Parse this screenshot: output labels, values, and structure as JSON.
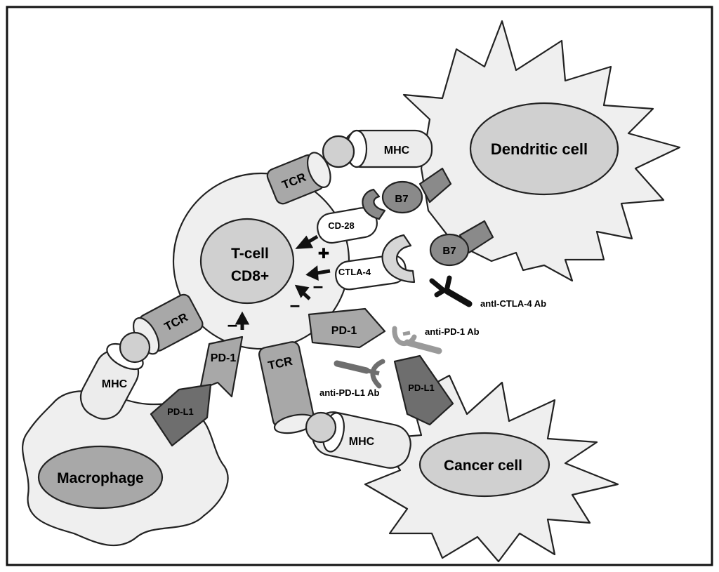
{
  "cells": {
    "tcell_line1": "T-cell",
    "tcell_line2": "CD8+",
    "dendritic": "Dendritic cell",
    "macrophage": "Macrophage",
    "cancer": "Cancer cell"
  },
  "receptors": {
    "tcr_top": "TCR",
    "tcr_left": "TCR",
    "tcr_bottom": "TCR",
    "mhc_top": "MHC",
    "mhc_left": "MHC",
    "mhc_bottom": "MHC",
    "cd28": "CD-28",
    "ctla4": "CTLA-4",
    "b7_upper": "B7",
    "b7_lower": "B7",
    "pd1_right": "PD-1",
    "pd1_left": "PD-1",
    "pdl1_macrophage": "PD-L1",
    "pdl1_cancer": "PD-L1"
  },
  "antibodies": {
    "anti_ctla4": "antI-CTLA-4 Ab",
    "anti_pd1": "anti-PD-1 Ab",
    "anti_pdl1": "anti-PD-L1 Ab"
  },
  "signals": {
    "plus": "✚",
    "minus_ctla4_a": "–",
    "minus_ctla4_b": "–",
    "minus_pd1": "–"
  },
  "colors": {
    "cell_fill": "#efefef",
    "nucleus_fill": "#d0d0d0",
    "nucleus_dark": "#a8a8a8",
    "receptor_mid": "#a8a8a8",
    "receptor_light": "#ececec",
    "receptor_dark": "#6e6e6e",
    "antibody_black": "#111111"
  }
}
